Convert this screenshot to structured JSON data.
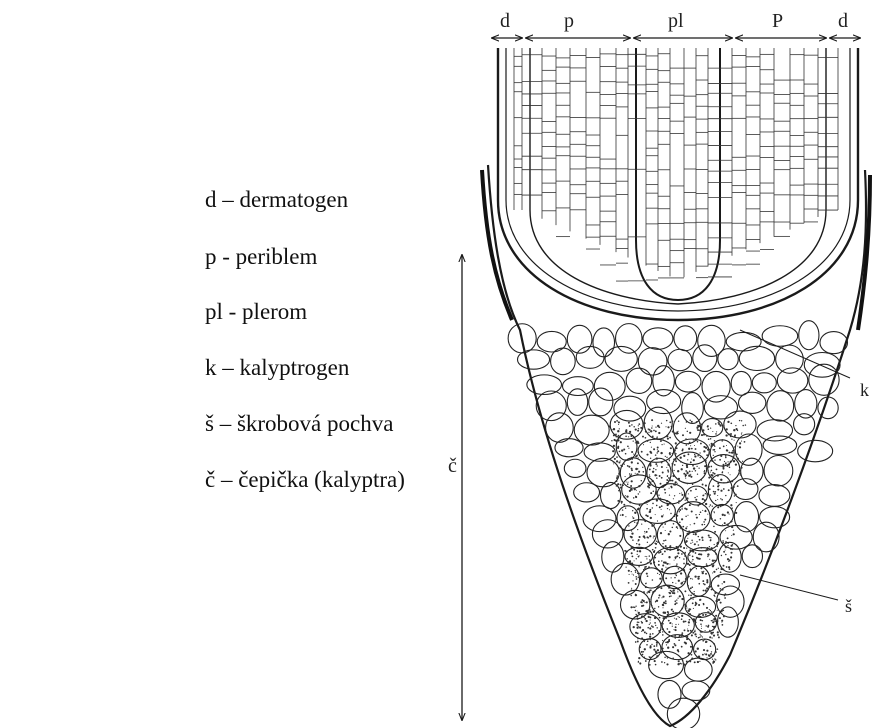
{
  "legend": {
    "items": [
      {
        "text": "d – dermatogen"
      },
      {
        "text": "p - periblem"
      },
      {
        "text": "pl - plerom"
      },
      {
        "text": "k – kalyptrogen"
      },
      {
        "text": "š – škrobová pochva"
      },
      {
        "text": "č – čepička (kalyptra)"
      }
    ]
  },
  "figure": {
    "top_labels": {
      "d_left": "d",
      "p_left": "p",
      "pl": "pl",
      "p_right": "P",
      "d_right": "d"
    },
    "side_labels": {
      "k": "k",
      "s": "š",
      "c": "č"
    }
  },
  "colors": {
    "ink": "#1a1a1a",
    "background": "#ffffff",
    "stipple": "#333333"
  }
}
